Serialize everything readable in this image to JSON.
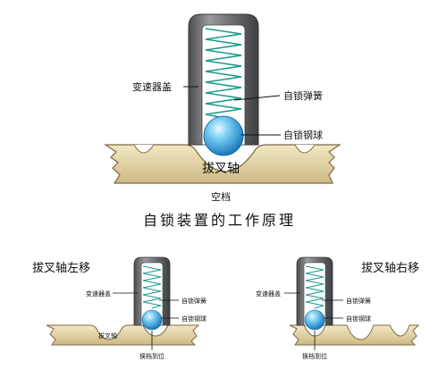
{
  "main": {
    "housing_label": "变速器盖",
    "spring_label": "自锁弹簧",
    "ball_label": "自锁钢球",
    "shaft_label": "拔叉轴",
    "position_label": "空档"
  },
  "title": "自锁装置的工作原理",
  "left": {
    "heading": "拔叉轴左移",
    "housing_label": "变速器盖",
    "spring_label": "自锁弹簧",
    "ball_label": "自锁钢球",
    "shaft_label": "拔叉轴",
    "position_label": "换档到位"
  },
  "right": {
    "heading": "拔叉轴右移",
    "housing_label": "变速器盖",
    "spring_label": "自锁弹簧",
    "ball_label": "自锁钢球",
    "position_label": "换档到位"
  },
  "colors": {
    "housing": "#6d6f72",
    "housing_inner": "#ffffff",
    "spring": "#1a9a8c",
    "ball": "#2a9ed8",
    "shaft": "#e2d3a4",
    "shaft_edge": "#7a6a44"
  }
}
